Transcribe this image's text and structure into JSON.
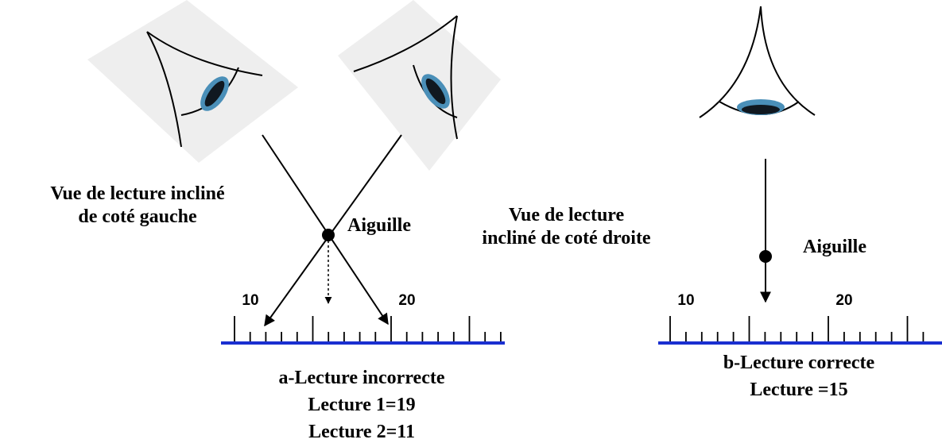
{
  "left_view_label": [
    "Vue  de lecture incliné",
    "de coté gauche"
  ],
  "right_view_label": [
    "Vue  de lecture",
    "incliné de coté droite"
  ],
  "needle_label_a": "Aiguille",
  "needle_label_b": "Aiguille",
  "scale_a": {
    "labels": [
      "10",
      "20"
    ]
  },
  "scale_b": {
    "labels": [
      "10",
      "20"
    ]
  },
  "caption_a": {
    "title": "a-Lecture incorrecte",
    "reading1": "Lecture 1=19",
    "reading2": "Lecture 2=11"
  },
  "caption_b": {
    "title": "b-Lecture correcte",
    "reading": "Lecture =15"
  },
  "colors": {
    "scale_line": "#1a2fd0",
    "iris": "#4a8fb8",
    "pupil": "#101820",
    "eye_bg": "#eeeeee"
  }
}
